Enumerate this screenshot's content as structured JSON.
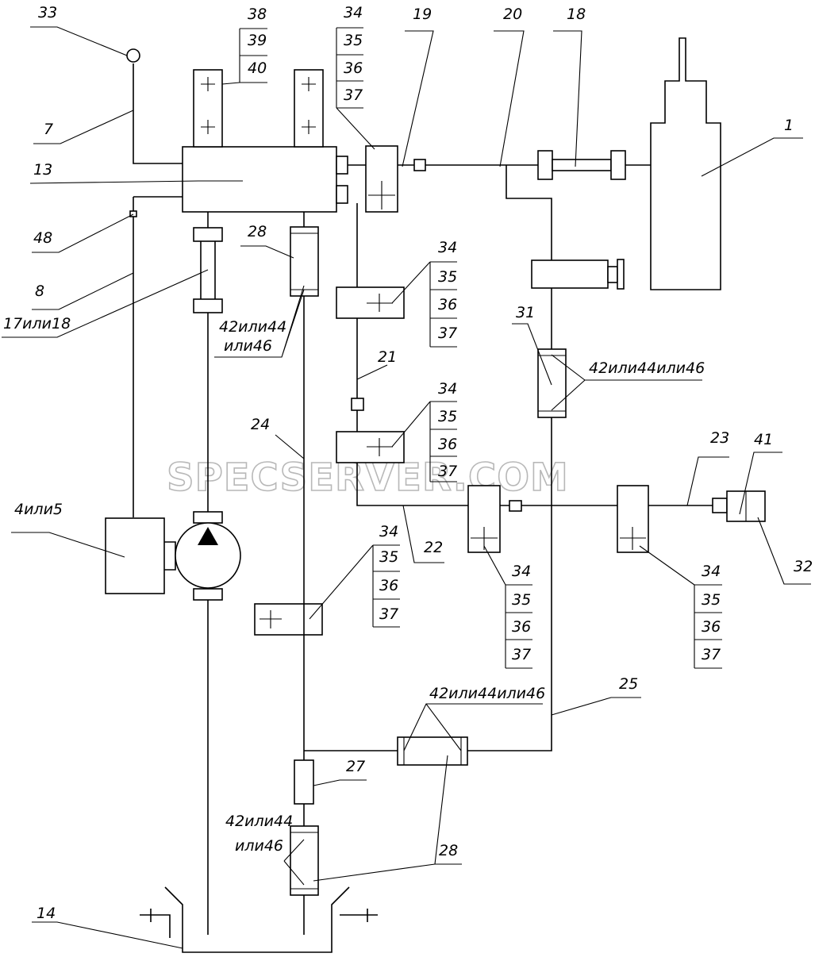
{
  "watermark": "SPECSERVER.COM",
  "callouts": {
    "c1": "1",
    "c7": "7",
    "c8": "8",
    "c13": "13",
    "c14": "14",
    "c17or18": "17или18",
    "c18": "18",
    "c19": "19",
    "c20": "20",
    "c21": "21",
    "c22": "22",
    "c23": "23",
    "c24": "24",
    "c25": "25",
    "c27": "27",
    "c28a": "28",
    "c28b": "28",
    "c31": "31",
    "c32": "32",
    "c33": "33",
    "c41": "41",
    "c48": "48",
    "c4or5": "4или5",
    "c42a_1": "42или44",
    "c42a_2": "или46",
    "c42b": "42или44или46",
    "c42c": "42или44или46",
    "c42d_1": "42или44",
    "c42d_2": "или46"
  },
  "stacks": {
    "top": [
      "38",
      "39",
      "40"
    ],
    "s34_top": [
      "34",
      "35",
      "36",
      "37"
    ],
    "s34_mid1": [
      "34",
      "35",
      "36",
      "37"
    ],
    "s34_mid2": [
      "34",
      "35",
      "36",
      "37"
    ],
    "s34_low": [
      "34",
      "35",
      "36",
      "37"
    ],
    "s34_c1": [
      "34",
      "35",
      "36",
      "37"
    ],
    "s34_c2": [
      "34",
      "35",
      "36",
      "37"
    ]
  }
}
